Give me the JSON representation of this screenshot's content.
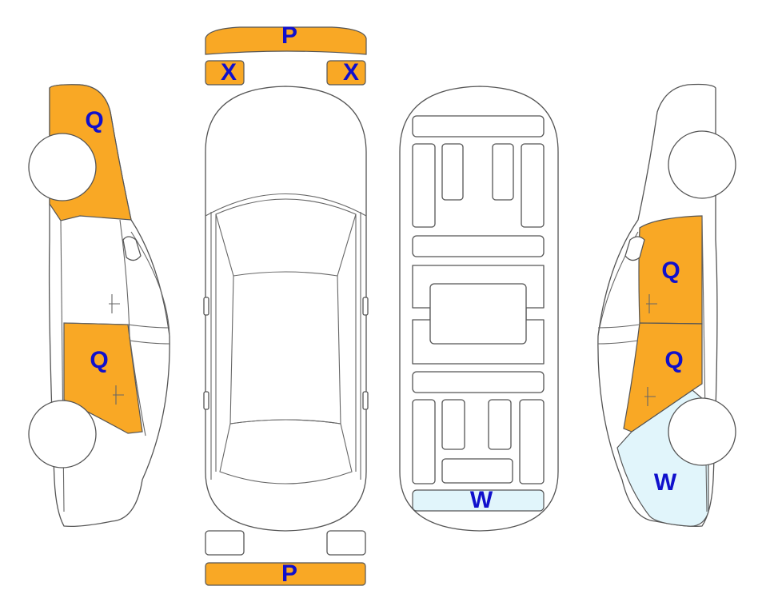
{
  "colors": {
    "orange": "#F9A825",
    "light_blue": "#E1F5FB",
    "label": "#1010CC",
    "outline": "#555555"
  },
  "labels": {
    "front_bumper": "P",
    "rear_bumper": "P",
    "headlight_left": "X",
    "headlight_right": "X",
    "left_front_fender": "Q",
    "left_rear_door": "Q",
    "right_front_door": "Q",
    "right_rear_door": "Q",
    "right_rear_quarter": "W",
    "rear_bumper_underside": "W"
  }
}
